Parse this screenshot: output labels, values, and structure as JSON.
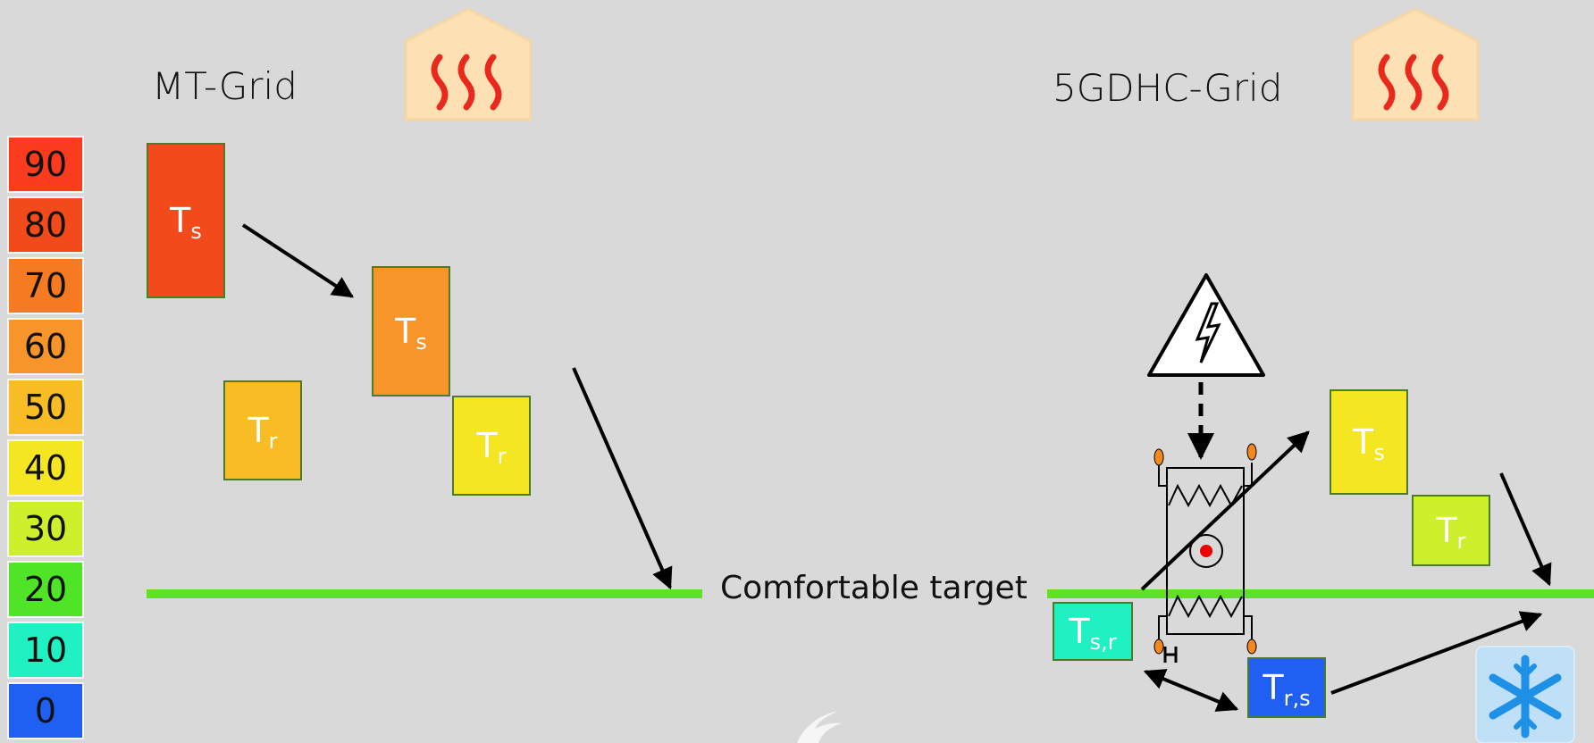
{
  "titles": {
    "left": "MT-Grid",
    "right": "5GDHC-Grid"
  },
  "scale": [
    {
      "label": "90",
      "color": "#fb3b1e"
    },
    {
      "label": "80",
      "color": "#f34a1c"
    },
    {
      "label": "70",
      "color": "#f57a22"
    },
    {
      "label": "60",
      "color": "#f7952b"
    },
    {
      "label": "50",
      "color": "#f8bc24"
    },
    {
      "label": "40",
      "color": "#f4e722"
    },
    {
      "label": "30",
      "color": "#cdf02c"
    },
    {
      "label": "20",
      "color": "#4fe428"
    },
    {
      "label": "10",
      "color": "#1ff1c3"
    },
    {
      "label": "0",
      "color": "#1f60f2"
    }
  ],
  "boxes": {
    "mt_ts1": {
      "main": "T",
      "sub": "s",
      "color": "#f34a1c"
    },
    "mt_tr1": {
      "main": "T",
      "sub": "r",
      "color": "#f8bc24"
    },
    "mt_ts2": {
      "main": "T",
      "sub": "s",
      "color": "#f7952b"
    },
    "mt_tr2": {
      "main": "T",
      "sub": "r",
      "color": "#f4e722"
    },
    "g5_ts": {
      "main": "T",
      "sub": "s",
      "color": "#f4e722"
    },
    "g5_tr": {
      "main": "T",
      "sub": "r",
      "color": "#cdf02c"
    },
    "g5_tsr": {
      "main": "T",
      "sub": "s,r",
      "color": "#1ff1c3"
    },
    "g5_trs": {
      "main": "T",
      "sub": "r,s",
      "color": "#1f60f2"
    }
  },
  "target": {
    "label": "Comfortable target",
    "color": "#62e026"
  },
  "icons": [
    "house-heat-icon",
    "house-heat-icon",
    "high-voltage-icon",
    "heat-pump-icon",
    "snowflake-icon"
  ]
}
